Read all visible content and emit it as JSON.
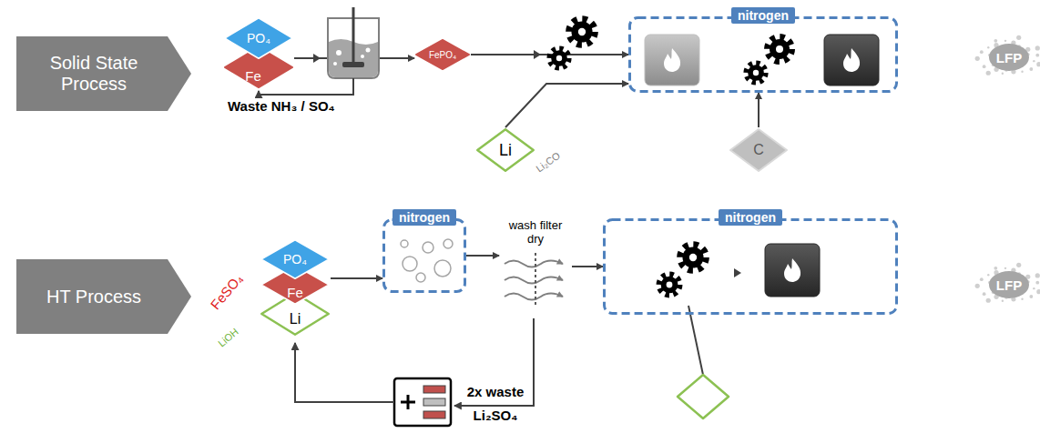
{
  "diagram": {
    "nodes": [
      {
        "text": [
          "Solid State Process"
        ]
      },
      {
        "text": [
          "PO₄"
        ]
      },
      {
        "text": [
          "Fe"
        ]
      },
      {
        "text": [
          "FePO₄"
        ]
      },
      {
        "text": [
          "Li"
        ]
      },
      {
        "text": [
          "nitrogen"
        ]
      },
      {
        "text": [
          "C"
        ]
      },
      {
        "text": [
          "LFP"
        ]
      },
      {
        "text": [
          "HT Process"
        ]
      },
      {
        "text": [
          "PO₄"
        ]
      },
      {
        "text": [
          "Fe"
        ]
      },
      {
        "text": [
          "Li"
        ]
      },
      {
        "text": [
          "nitrogen"
        ]
      },
      {
        "text": [
          "wash filter dry"
        ]
      },
      {
        "text": [
          "nitrogen"
        ]
      },
      {
        "text": [
          "LFP"
        ]
      }
    ],
    "edges": [
      {
        "from": 2,
        "to": 3,
        "arrow": "to"
      },
      {
        "from": 3,
        "to": 5,
        "arrow": "to"
      },
      {
        "from": 4,
        "to": 5,
        "arrow": "to"
      },
      {
        "from": 6,
        "to": 5,
        "arrow": "to"
      },
      {
        "from": 10,
        "to": 12,
        "arrow": "to"
      },
      {
        "from": 12,
        "to": 13,
        "arrow": "to"
      },
      {
        "from": 13,
        "to": 14,
        "arrow": "to"
      }
    ],
    "labels": [
      "Waste NH₃ / SO₄",
      "Li₂CO",
      "FeSO₄",
      "LiOH",
      "2x waste Li₂SO₄"
    ]
  }
}
